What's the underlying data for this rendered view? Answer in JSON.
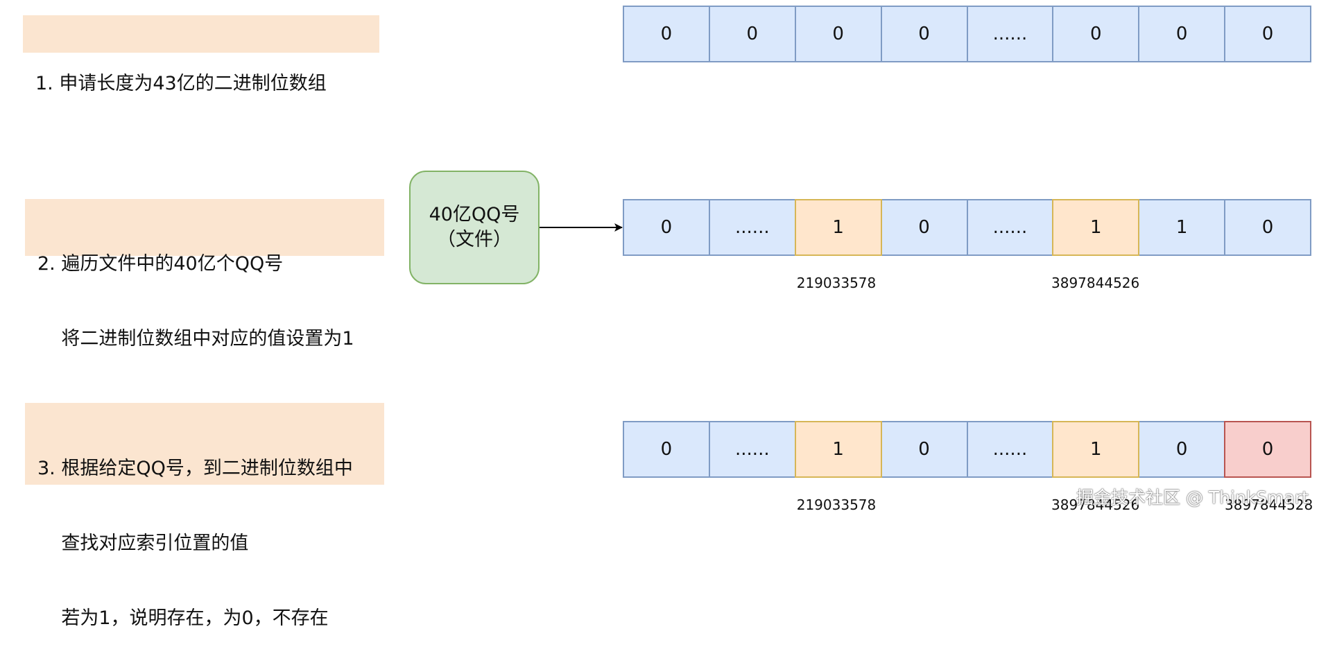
{
  "steps": {
    "step1": [
      "1. 申请长度为43亿的二进制位数组"
    ],
    "step2": [
      "2. 遍历文件中的40亿个QQ号",
      "    将二进制位数组中对应的值设置为1"
    ],
    "step3": [
      "3. 根据给定QQ号，到二进制位数组中",
      "    查找对应索引位置的值",
      "    若为1，说明存在，为0，不存在"
    ]
  },
  "file_box": {
    "line1": "40亿QQ号",
    "line2": "（文件）"
  },
  "rows": {
    "row1": [
      "0",
      "0",
      "0",
      "0",
      "......",
      "0",
      "0",
      "0"
    ],
    "row2": [
      "0",
      "......",
      "1",
      "0",
      "......",
      "1",
      "1",
      "0"
    ],
    "row3": [
      "0",
      "......",
      "1",
      "0",
      "......",
      "1",
      "0",
      "0"
    ]
  },
  "row_colors": {
    "row1": [
      "blue",
      "blue",
      "blue",
      "blue",
      "blue",
      "blue",
      "blue",
      "blue"
    ],
    "row2": [
      "blue",
      "blue",
      "orange",
      "blue",
      "blue",
      "orange",
      "blue",
      "blue"
    ],
    "row3": [
      "blue",
      "blue",
      "orange",
      "blue",
      "blue",
      "orange",
      "blue",
      "red"
    ]
  },
  "indices": {
    "row2": {
      "a": "219033578",
      "b": "3897844526"
    },
    "row3": {
      "a": "219033578",
      "b": "3897844526",
      "c": "3897844528"
    }
  },
  "watermark": "掘金技术社区 @ ThinkSmart",
  "colors": {
    "step_bg": "#fbe5d0",
    "cell_blue": "#dae8fc",
    "cell_orange": "#ffe6cc",
    "cell_red": "#f8cecc",
    "file_box_bg": "#d5e8d4"
  }
}
